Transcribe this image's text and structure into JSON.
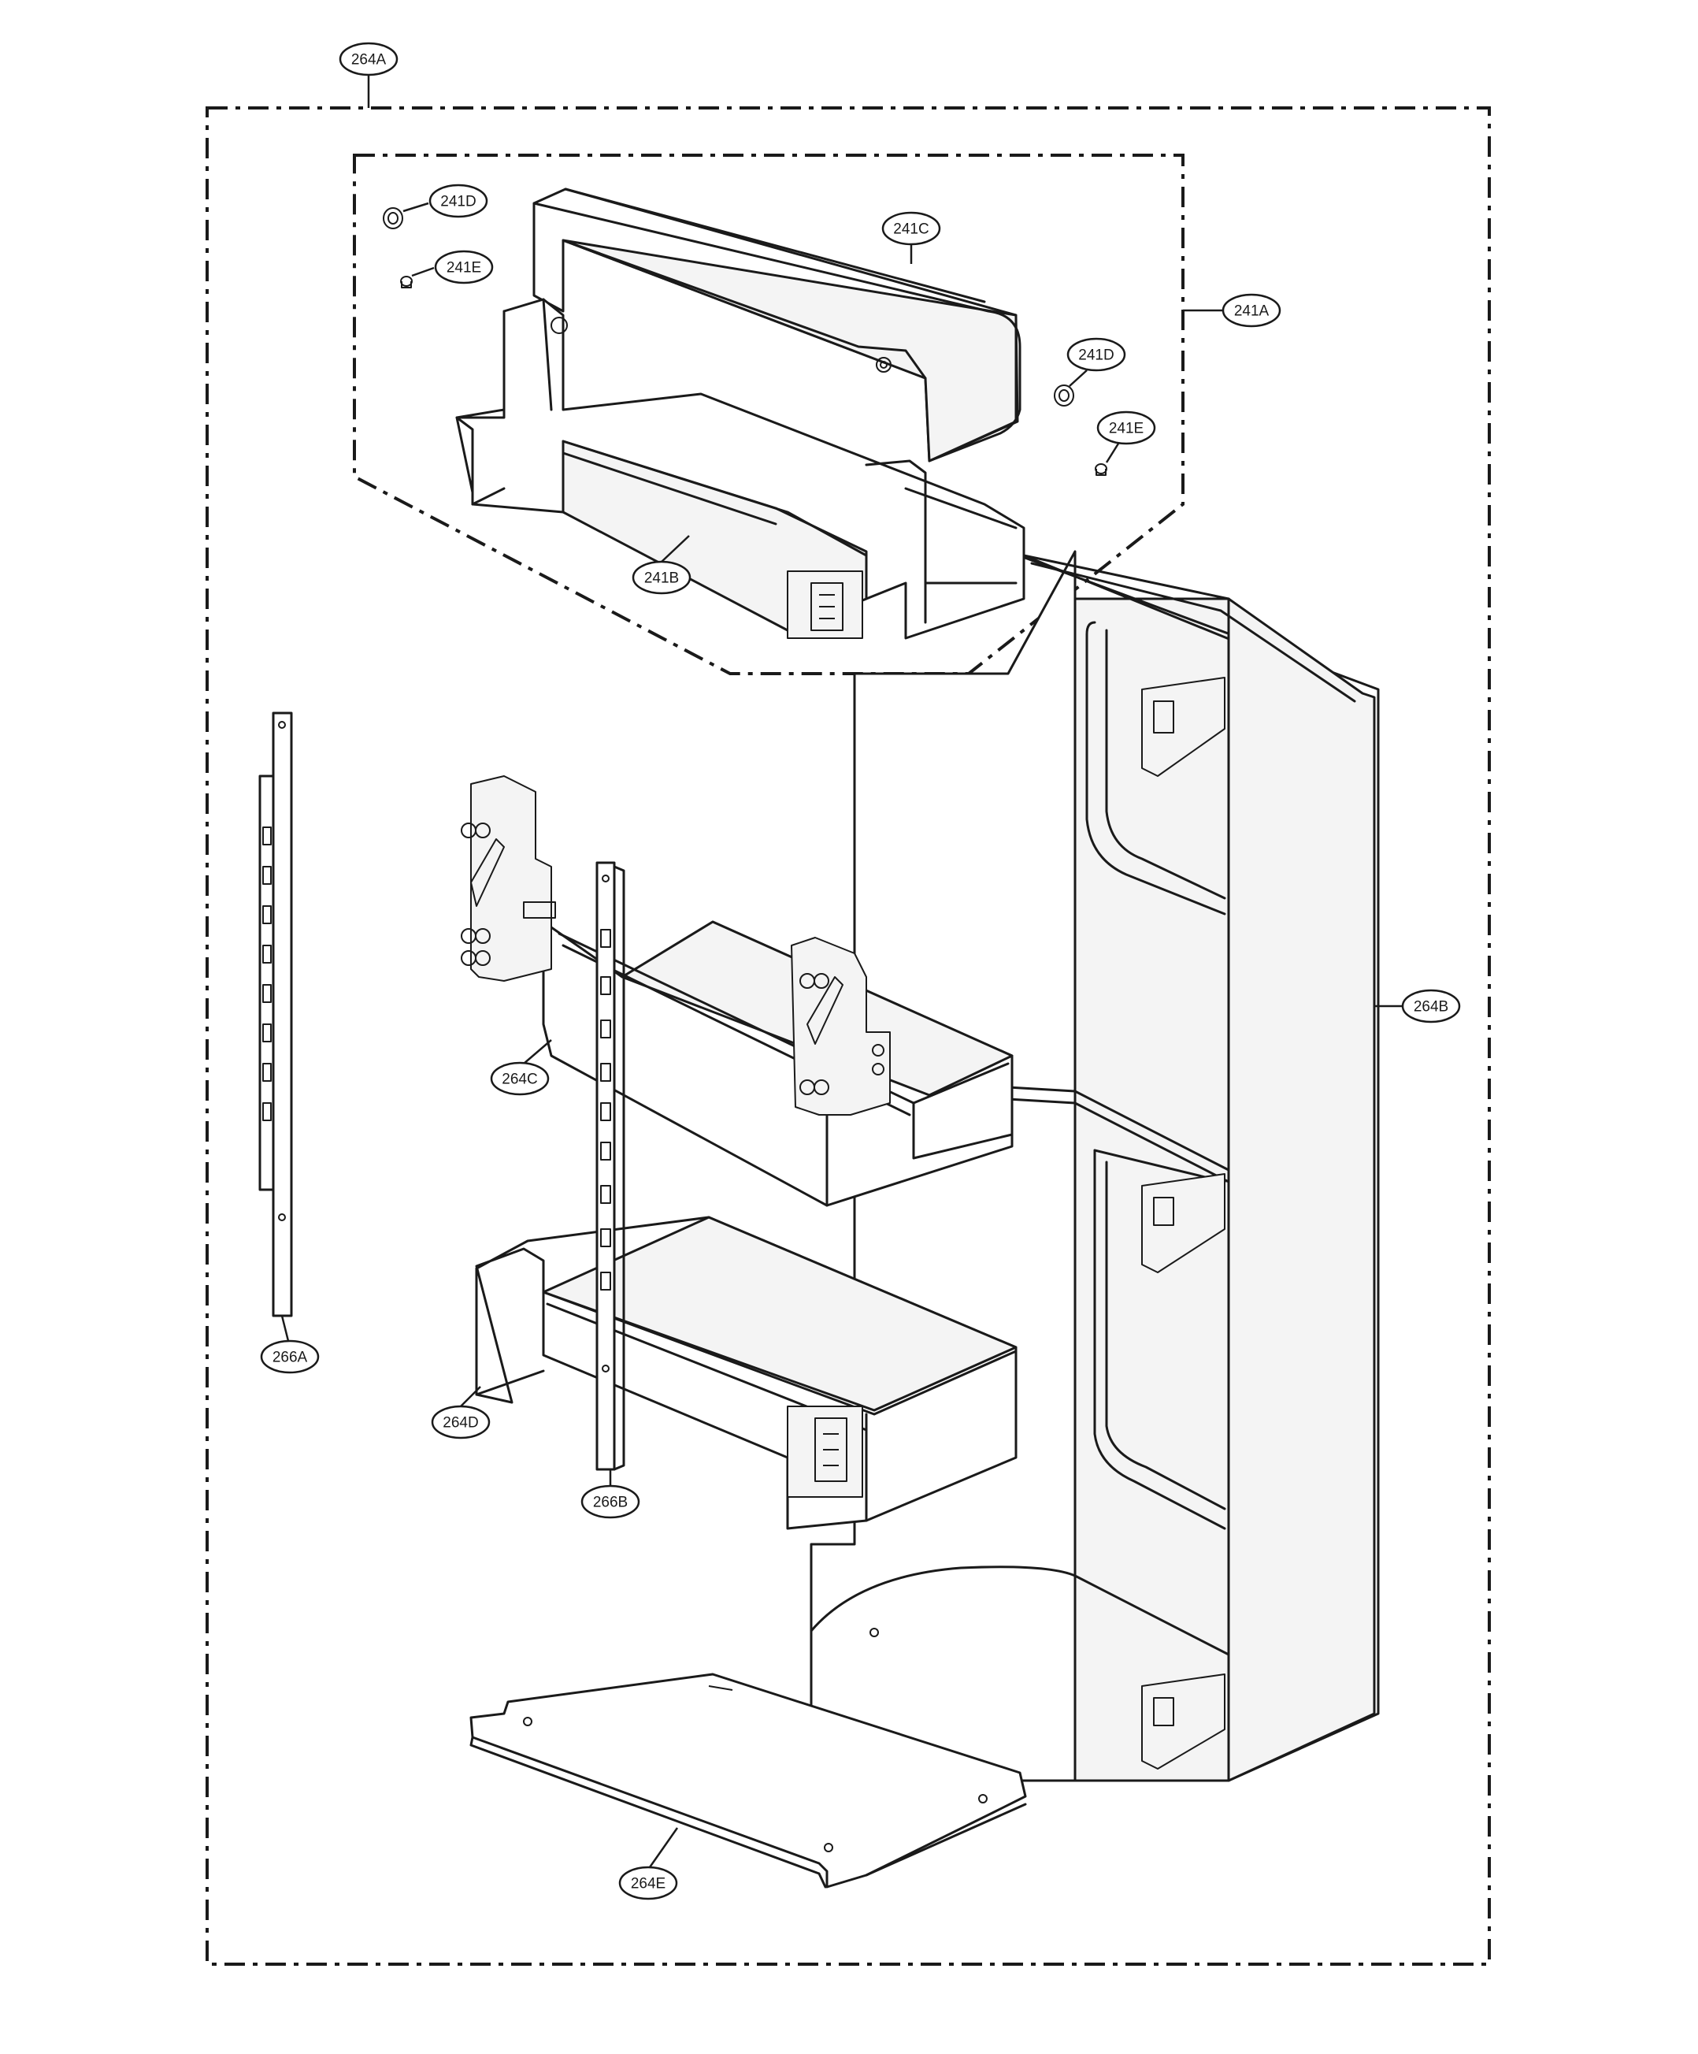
{
  "labels": {
    "p264A": "264A",
    "p241A": "241A",
    "p241B": "241B",
    "p241C": "241C",
    "p241D_left": "241D",
    "p241D_right": "241D",
    "p241E_left": "241E",
    "p241E_right": "241E",
    "p264B": "264B",
    "p264C": "264C",
    "p264D": "264D",
    "p264E": "264E",
    "p266A": "266A",
    "p266B": "266B"
  }
}
